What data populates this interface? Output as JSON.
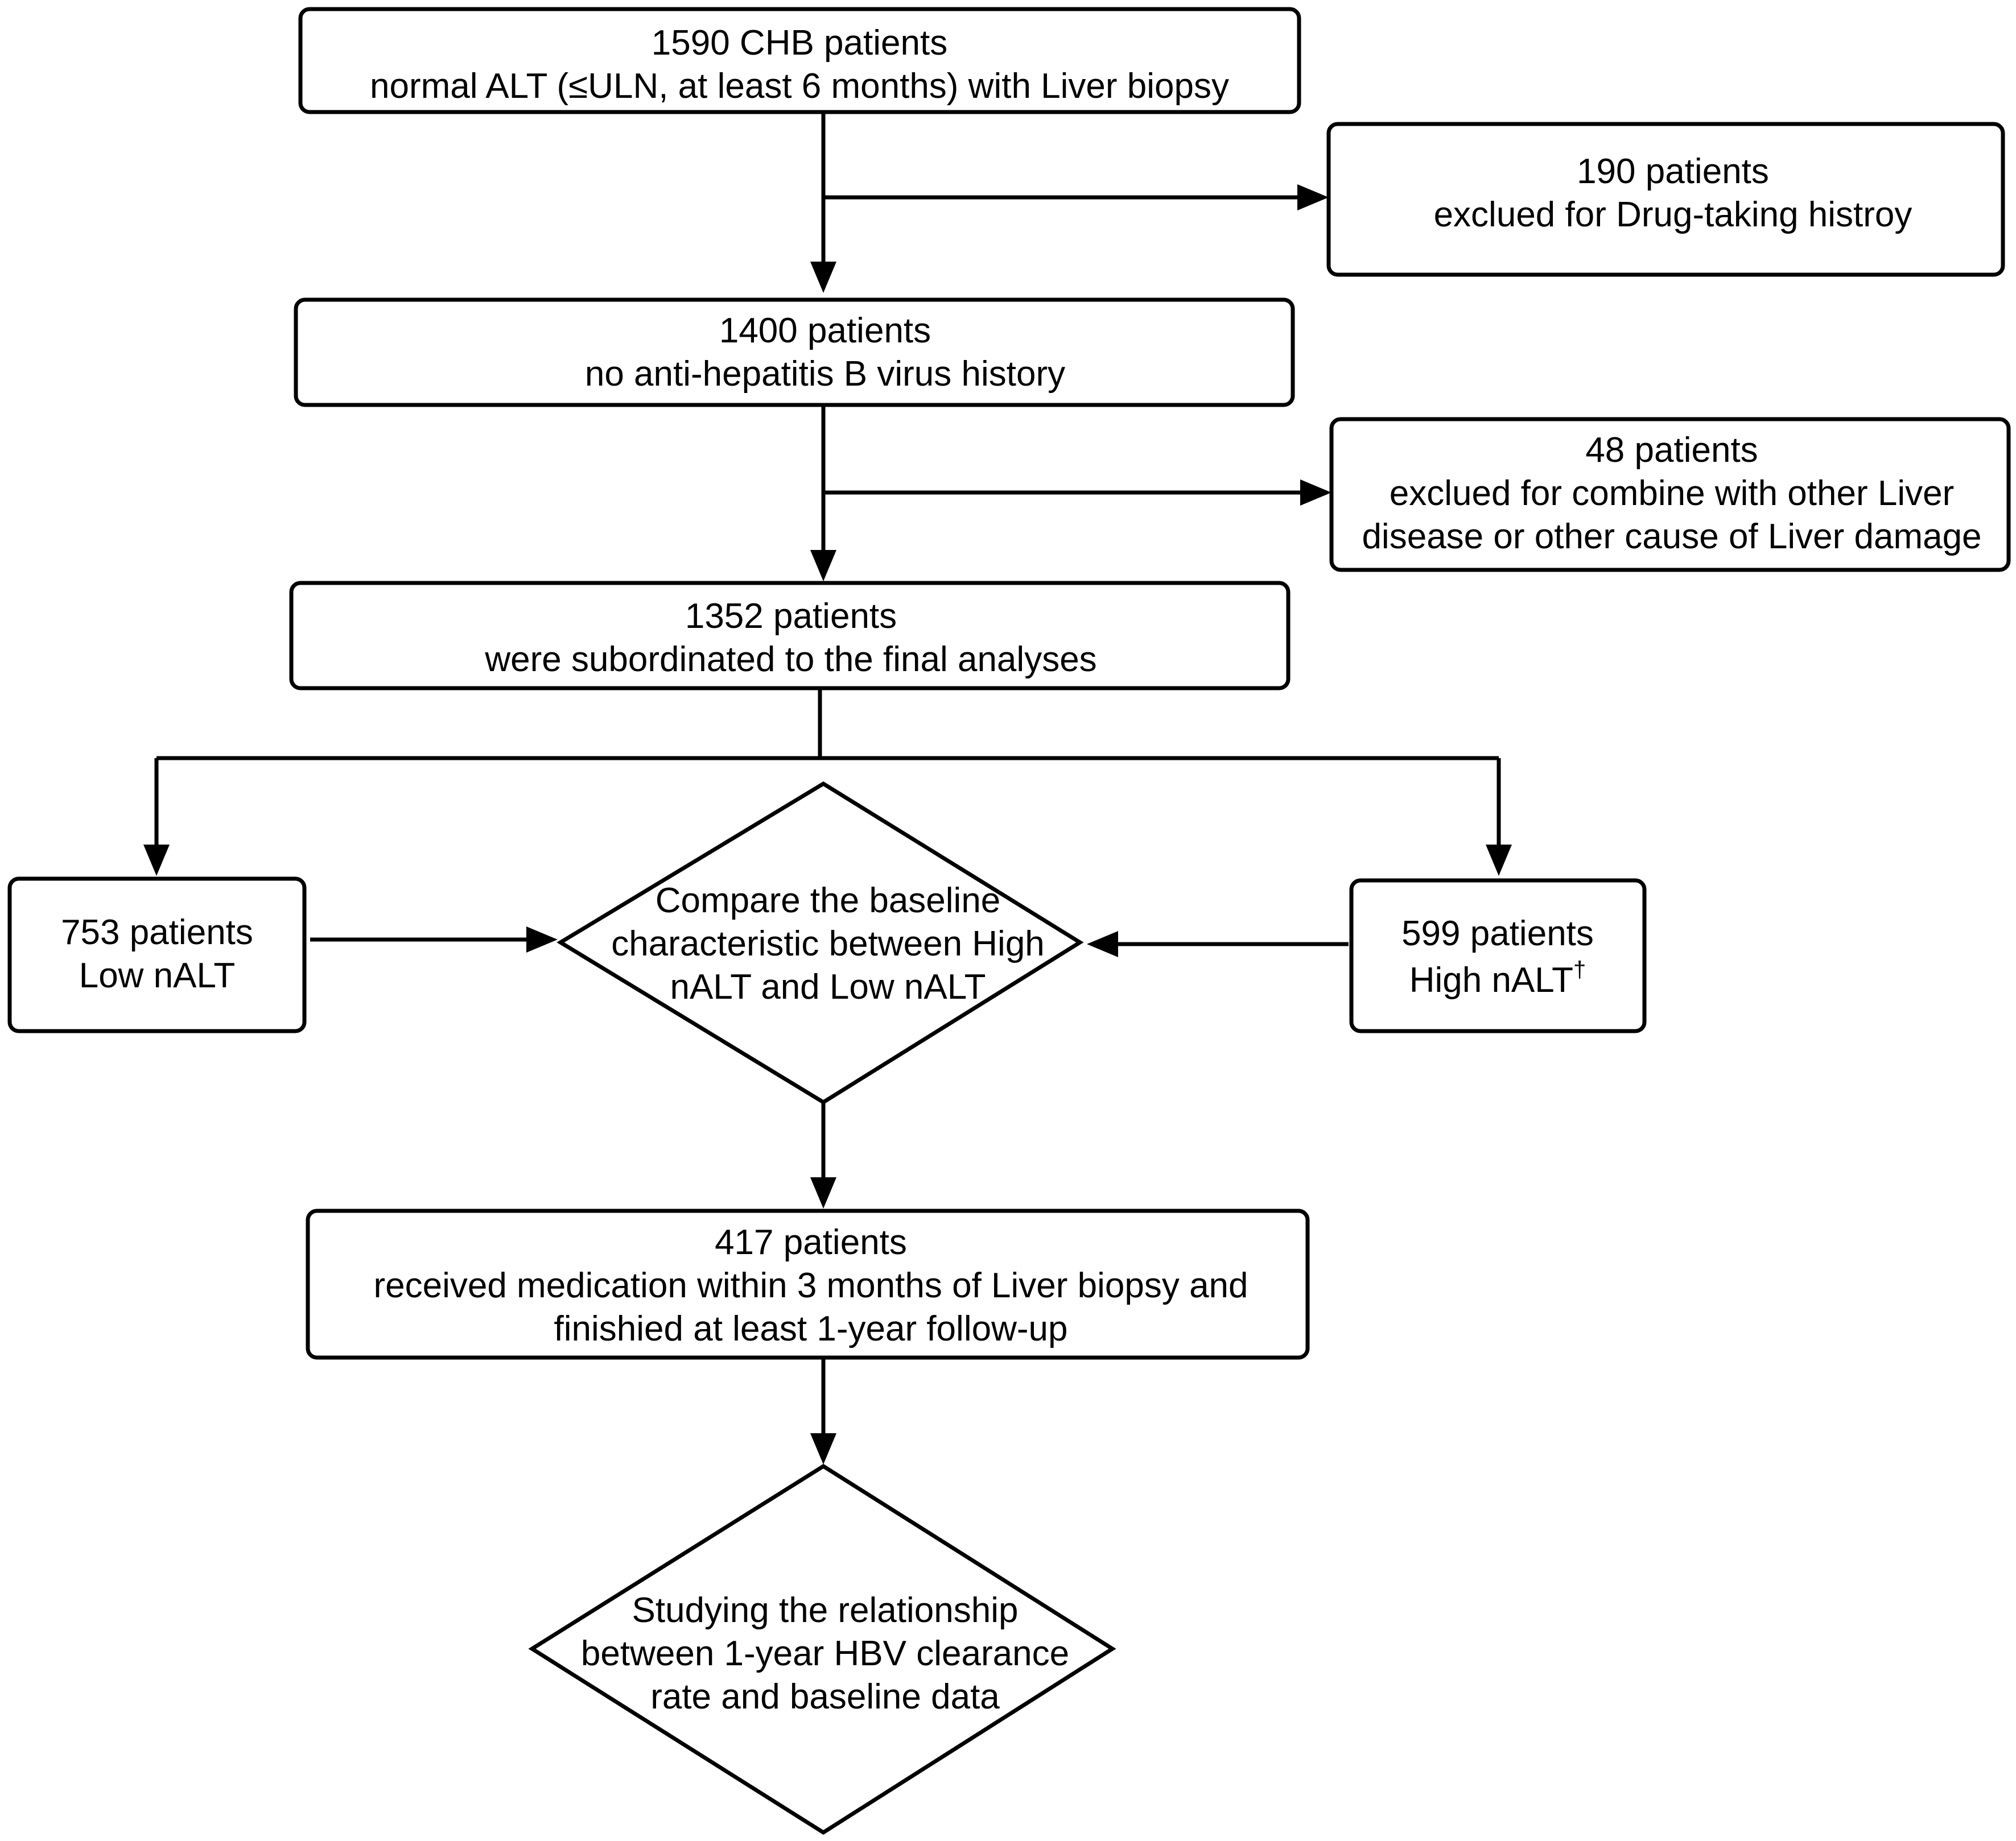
{
  "flowchart": {
    "start": {
      "line1": "1590 CHB patients",
      "line2": "normal ALT (≤ULN,  at least 6 months) with Liver biopsy"
    },
    "exclusion1": {
      "line1": "190 patients",
      "line2": "exclued for Drug-taking histroy"
    },
    "step2": {
      "line1": "1400 patients",
      "line2": "no anti-hepatitis B virus history"
    },
    "exclusion2": {
      "line1": "48 patients",
      "line2": "exclued for combine with other Liver",
      "line3": "disease or other cause of Liver damage"
    },
    "step3": {
      "line1": "1352 patients",
      "line2": "were subordinated to the final analyses"
    },
    "low_group": {
      "line1": "753 patients",
      "line2": "Low nALT"
    },
    "high_group": {
      "line1": "599 patients",
      "line2": "High nALT",
      "marker": "†"
    },
    "compare": {
      "line1": "Compare the baseline",
      "line2": "characteristic between High",
      "line3": "nALT and Low nALT"
    },
    "medication": {
      "line1": "417 patients",
      "line2": "received medication within 3 months of Liver biopsy and",
      "line3": "finishied at least 1-year follow-up"
    },
    "study": {
      "line1": "Studying the relationship",
      "line2": "between 1-year HBV clearance",
      "line3": "rate and baseline data"
    }
  }
}
